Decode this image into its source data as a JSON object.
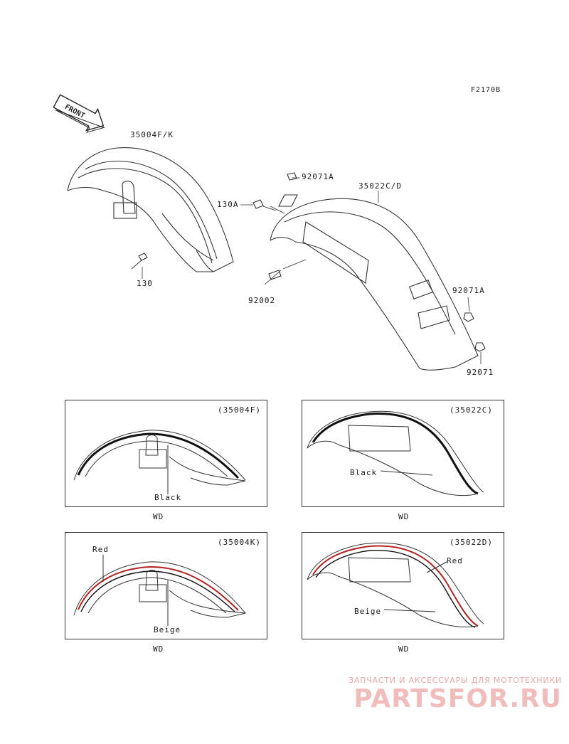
{
  "diagram_code": "F2170B",
  "front_label": "FRONT",
  "callouts": {
    "front_fender": "35004F/K",
    "front_bolt": "130",
    "rear_fender": "35022C/D",
    "clip_top": "92071A",
    "bolt_130a": "130A",
    "bolt_92002": "92002",
    "nut_92071a": "92071A",
    "nut_92071": "92071"
  },
  "variants": [
    {
      "code": "(35004F)",
      "colors": [
        "Black"
      ],
      "market": "WD"
    },
    {
      "code": "(35022C)",
      "colors": [
        "Black"
      ],
      "market": "WD"
    },
    {
      "code": "(35004K)",
      "colors": [
        "Red",
        "Beige"
      ],
      "market": "WD"
    },
    {
      "code": "(35022D)",
      "colors": [
        "Red",
        "Beige"
      ],
      "market": "WD"
    }
  ],
  "watermark": {
    "tagline": "ЗАПЧАСТИ И АКСЕССУАРЫ ДЛЯ МОТОТЕХНИКИ",
    "brand": "PARTSFOR.RU"
  },
  "colors": {
    "line": "#333333",
    "stripe_black": "#111111",
    "stripe_red": "#b22222",
    "watermark": "#f0bcbc"
  }
}
